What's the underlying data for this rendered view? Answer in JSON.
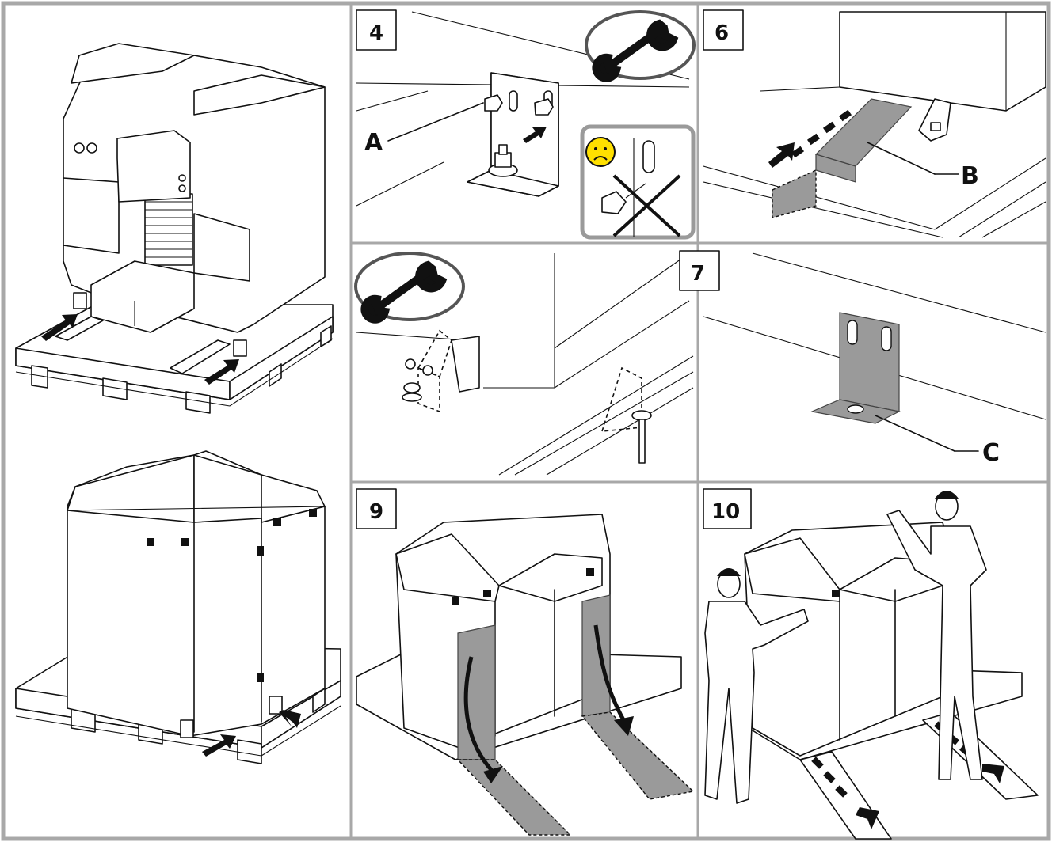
{
  "steps": [
    "4",
    "6",
    "7",
    "9",
    "10"
  ],
  "labels": [
    "A",
    "B",
    "C"
  ],
  "icons": [
    "wrench-icon",
    "wrench-icon",
    "sad-face-icon",
    "cross-icon",
    "arrow-icon"
  ],
  "colors": {
    "frame": "#a8a8a8",
    "highlight": "#9a9a9a",
    "face": "#ffe000",
    "ink": "#111111"
  }
}
